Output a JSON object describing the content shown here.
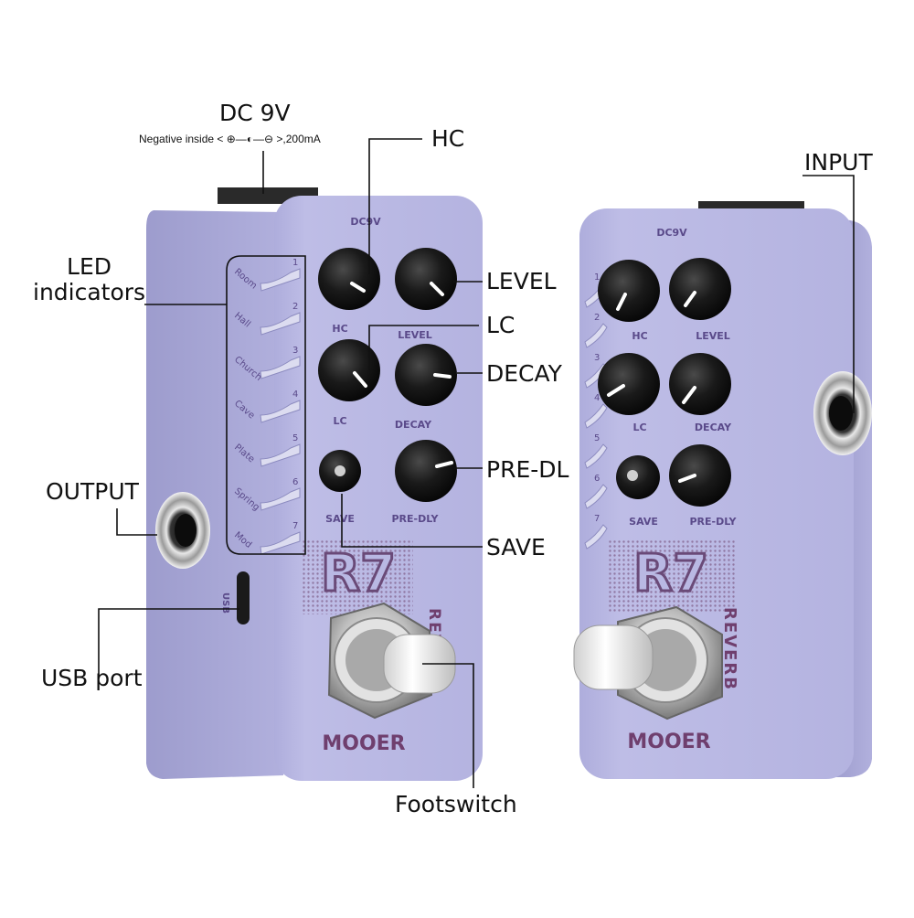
{
  "callouts": {
    "dc": "DC 9V",
    "polarity": "Negative inside < ⊕—◐—⊖ >,200mA",
    "hc": "HC",
    "input": "INPUT",
    "led": "LED\nindicators",
    "level": "LEVEL",
    "lc": "LC",
    "decay": "DECAY",
    "predl": "PRE-DL",
    "output": "OUTPUT",
    "save": "SAVE",
    "usb": "USB port",
    "footswitch": "Footswitch"
  },
  "pedal": {
    "brand": "MOOER",
    "model": "R7",
    "series_name": "REVERB",
    "dc_label": "DC9V",
    "usb_label": "USB",
    "knob_labels": [
      "HC",
      "LEVEL",
      "LC",
      "DECAY",
      "SAVE",
      "PRE-DLY"
    ],
    "led_modes": [
      "Room",
      "Hall",
      "Church",
      "Cave",
      "Plate",
      "Spring",
      "Mod"
    ],
    "led_numbers": [
      "1",
      "2",
      "3",
      "4",
      "5",
      "6",
      "7"
    ]
  },
  "colors": {
    "body": "#b9b8e3",
    "body_shade": "#a6a5d4",
    "label_purple": "#5a4a8a",
    "brand_purple": "#6f3f6e",
    "knob": "#151515"
  }
}
